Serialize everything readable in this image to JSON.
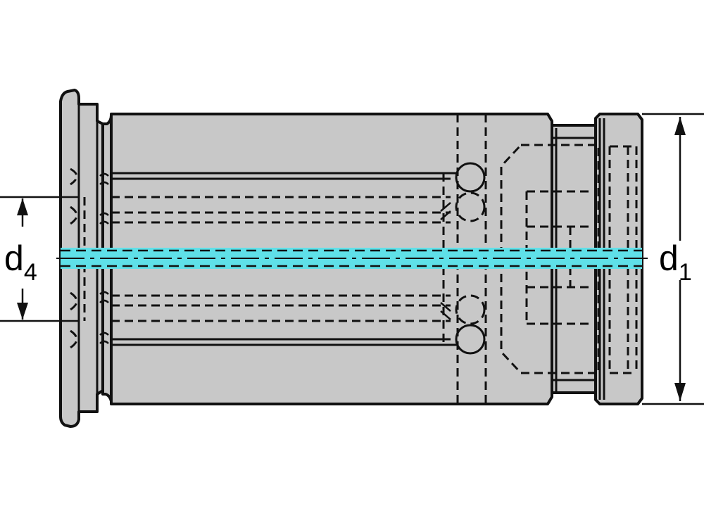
{
  "colors": {
    "background": "#ffffff",
    "body_fill": "#c8c8c8",
    "outline": "#111111",
    "coolant_channel": "#5fe0e8"
  },
  "labels": {
    "d4": {
      "base": "d",
      "sub": "4"
    },
    "d1": {
      "base": "d",
      "sub": "1"
    }
  }
}
